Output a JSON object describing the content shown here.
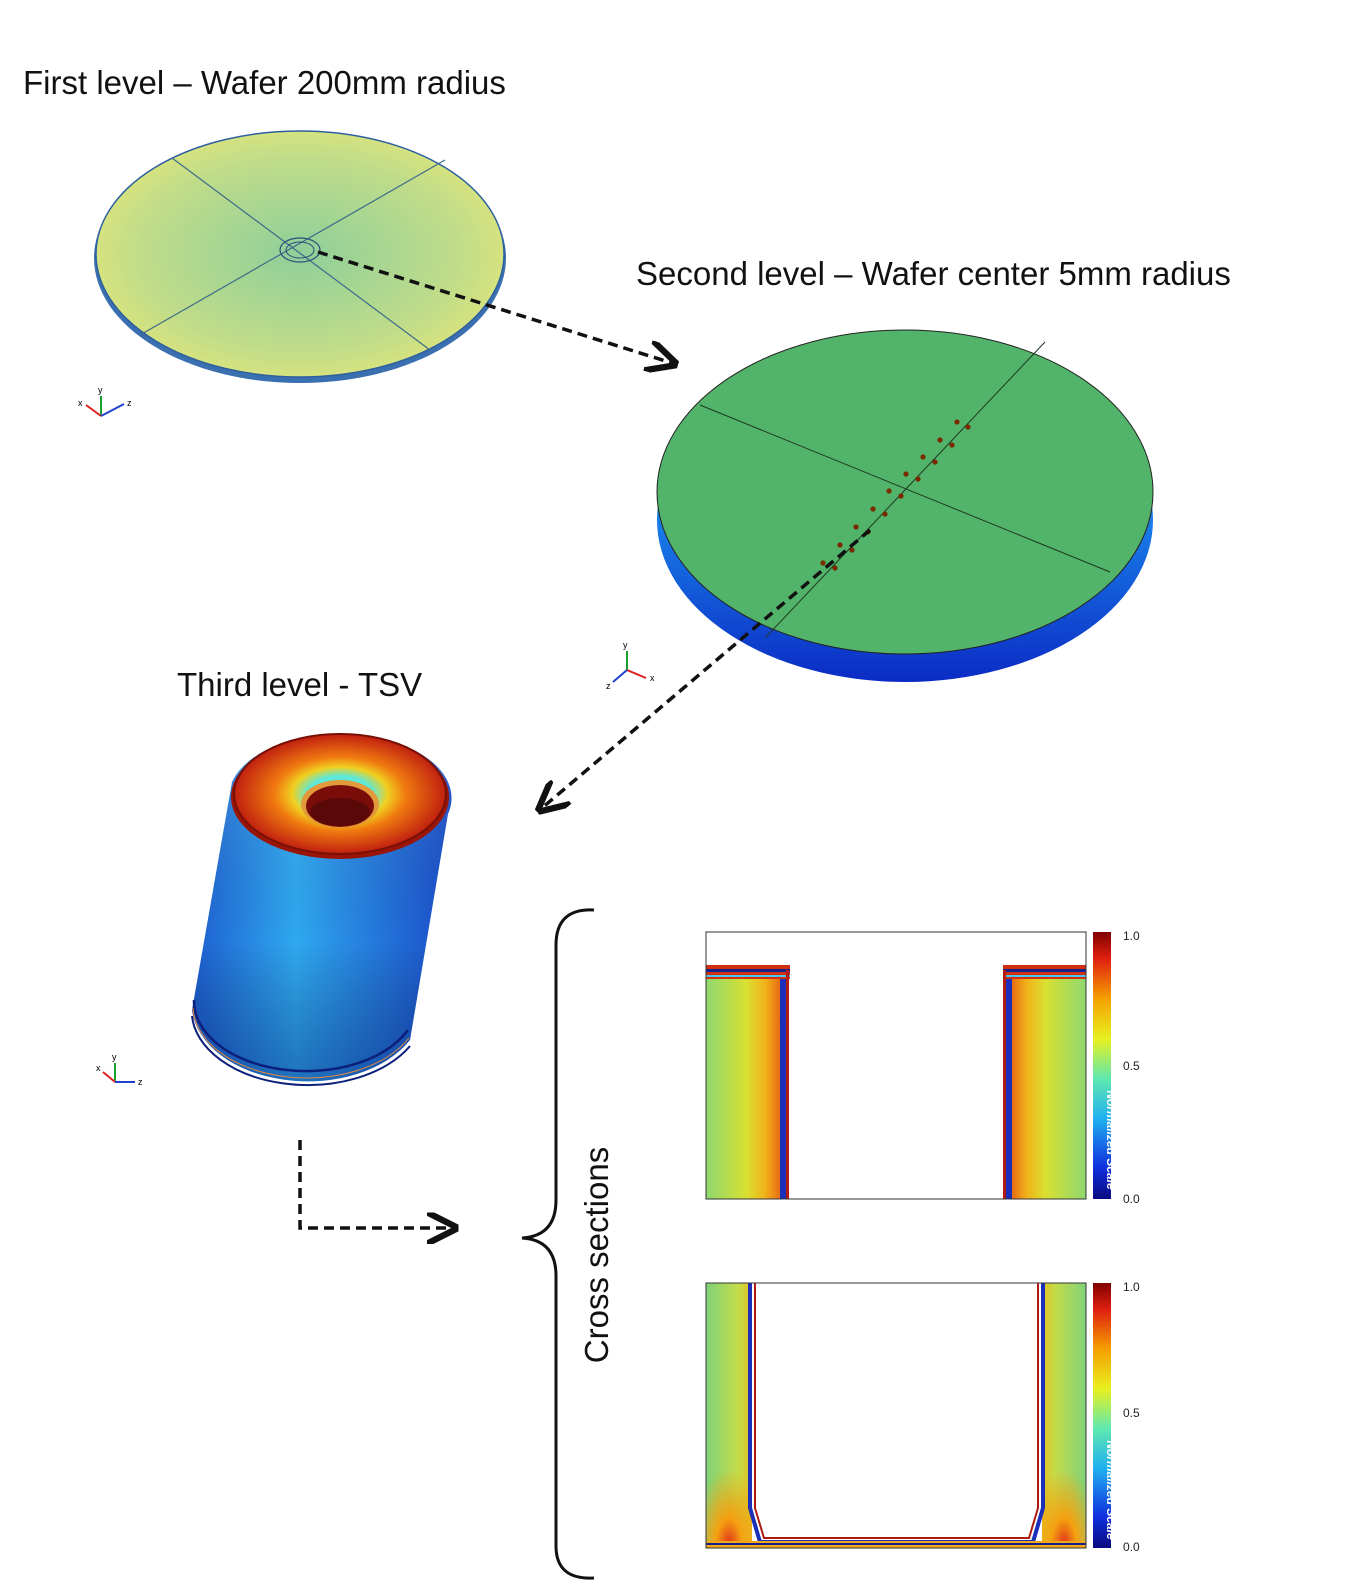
{
  "levels": {
    "first": "First level – Wafer 200mm radius",
    "second": "Second level – Wafer center 5mm radius",
    "third": "Third level - TSV"
  },
  "cross_sections_label": "Cross sections",
  "colorbar": {
    "max": "1.0",
    "mid": "0.5",
    "min": "0.0",
    "title": "Normalized Scale"
  },
  "axes": {
    "x": "x",
    "y": "y",
    "z": "z"
  },
  "colors": {
    "wafer1_center": "#8fcf9a",
    "wafer1_edge": "#dfe57a",
    "wafer2_top": "#52b36a",
    "hot": "#c81e10",
    "cold": "#0c2a9a",
    "tsv_side": "#2a8ee6"
  }
}
